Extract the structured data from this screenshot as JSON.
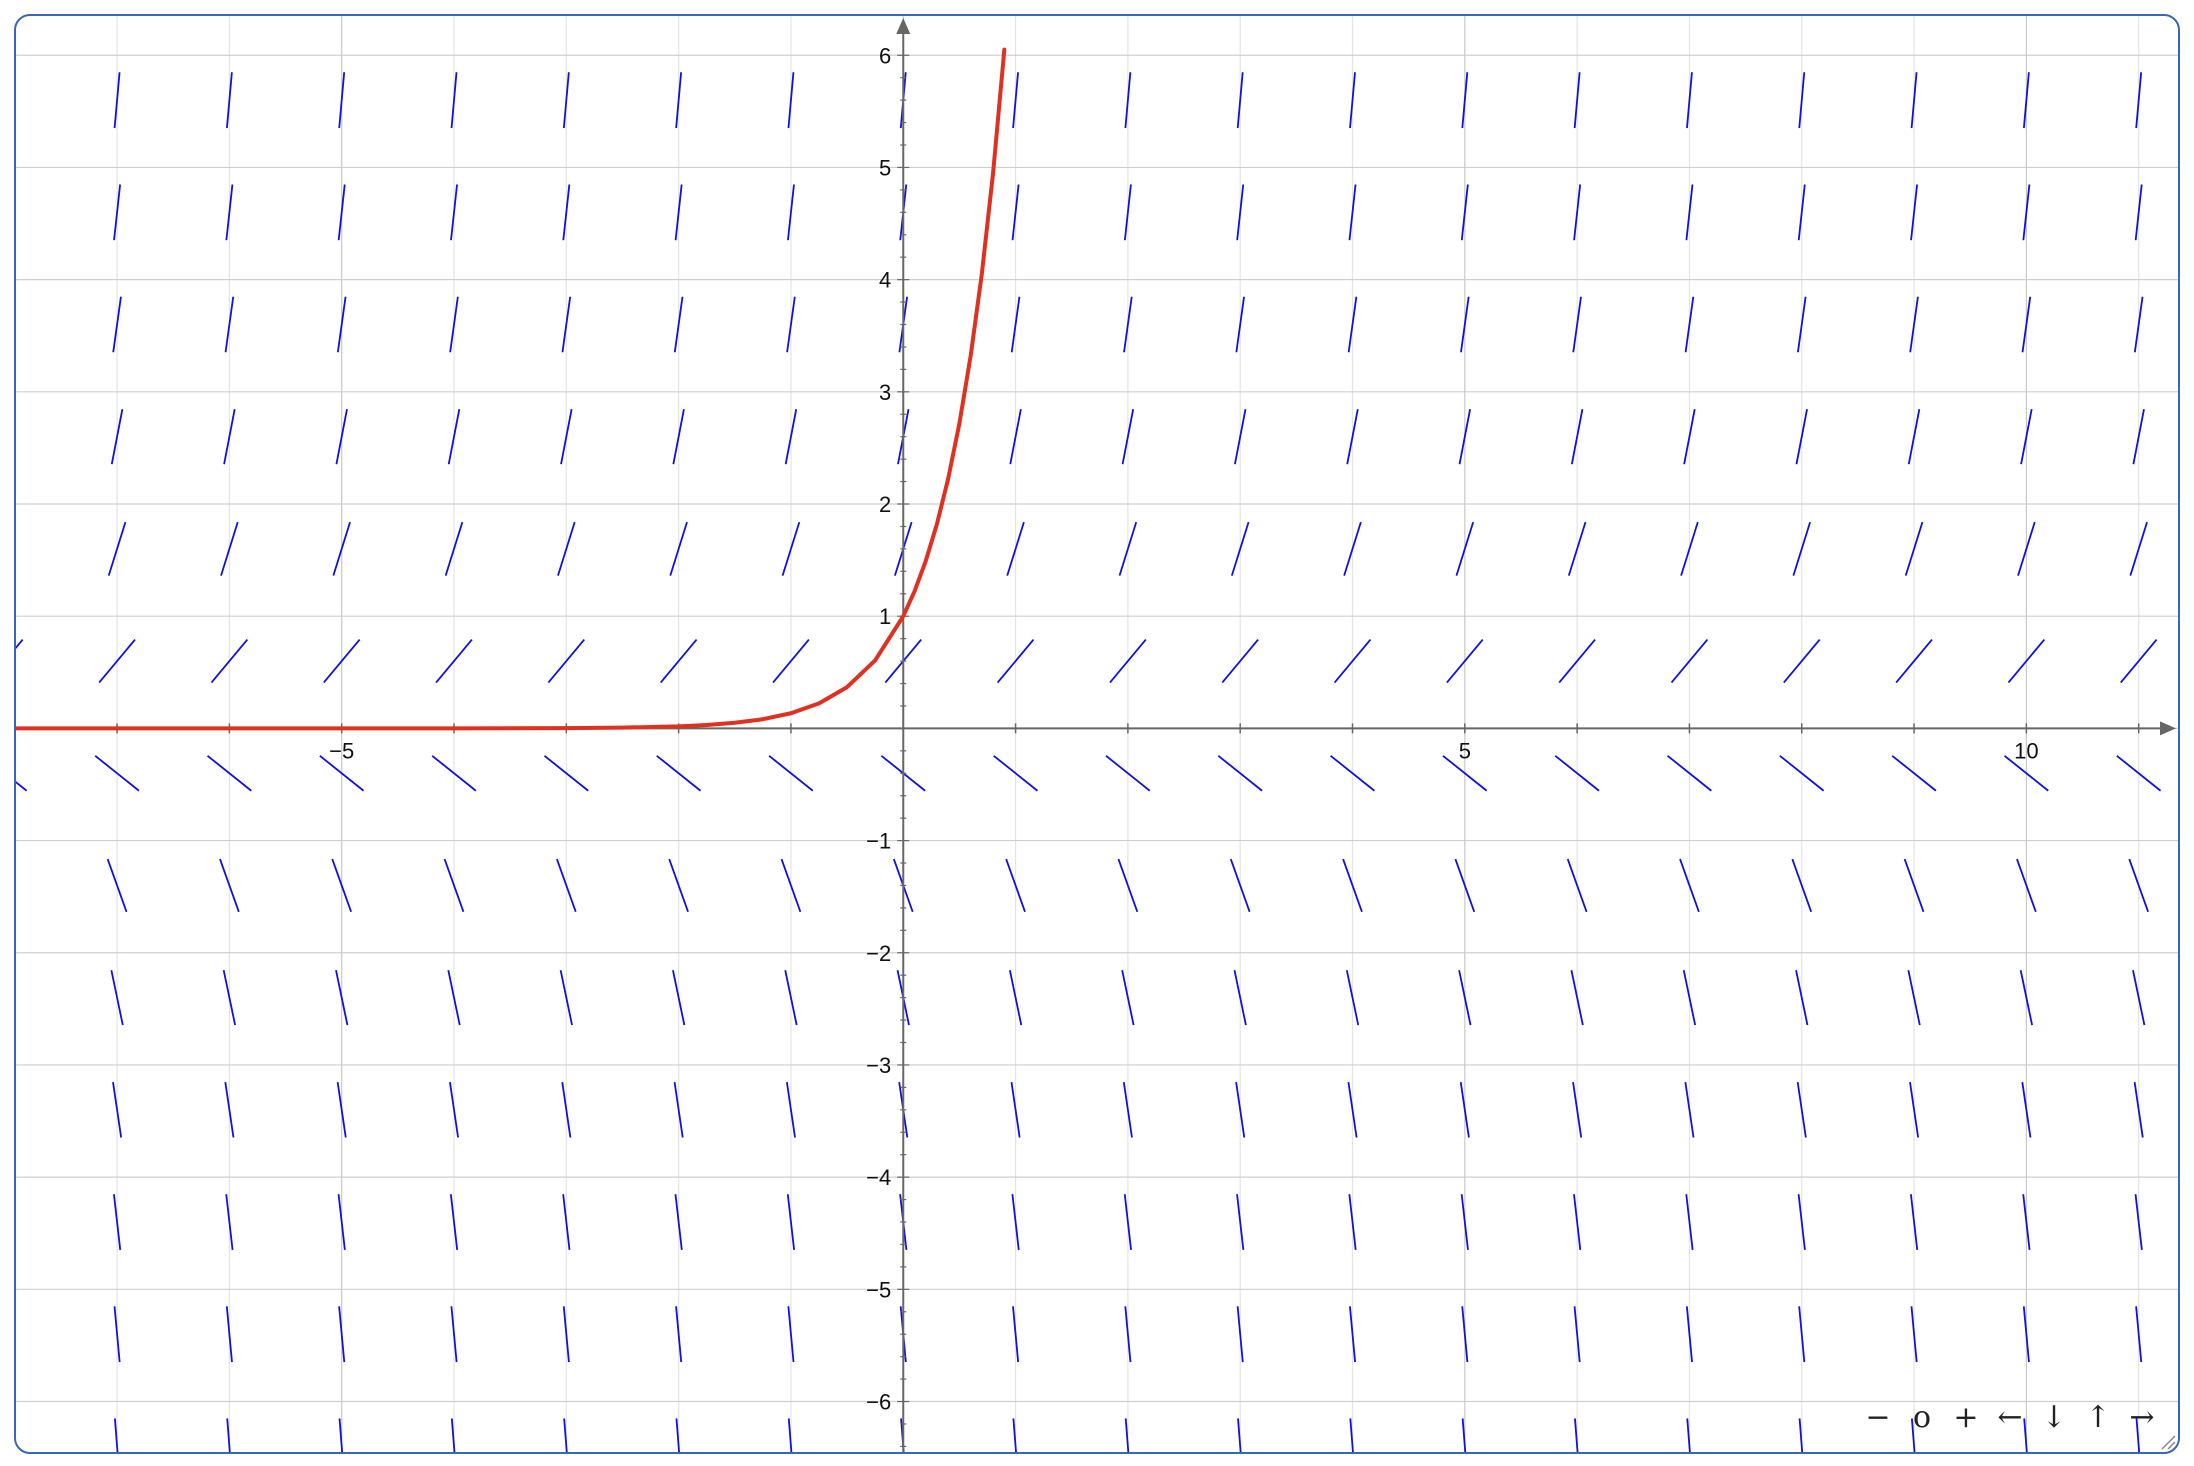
{
  "chart_data": {
    "type": "line",
    "title": "",
    "xlabel": "",
    "ylabel": "",
    "xlim": [
      -7.9,
      11.35
    ],
    "ylim": [
      -6.45,
      6.35
    ],
    "grid": true,
    "x_ticks": [
      -5,
      5,
      10
    ],
    "y_ticks": [
      -6,
      -5,
      -4,
      -3,
      -2,
      -1,
      1,
      2,
      3,
      4,
      5,
      6
    ],
    "x_tick_labels": [
      "−5",
      "5",
      "10"
    ],
    "y_tick_labels": [
      "−6",
      "−5",
      "−4",
      "−3",
      "−2",
      "−1",
      "1",
      "2",
      "3",
      "4",
      "5",
      "6"
    ],
    "slope_field": {
      "color": "#1010e0",
      "x_grid": [
        -8,
        -7,
        -6,
        -5,
        -4,
        -3,
        -2,
        -1,
        0,
        1,
        2,
        3,
        4,
        5,
        6,
        7,
        8,
        9,
        10,
        11
      ],
      "y_grid": [
        -6.4,
        -5.4,
        -4.4,
        -3.4,
        -2.4,
        -1.4,
        -0.4,
        0.6,
        1.6,
        2.6,
        3.6,
        4.6,
        5.6
      ],
      "slope_rule": "dy/dx = 2y"
    },
    "series": [
      {
        "color": "#e03020",
        "x": [
          -7.9,
          -6,
          -5,
          -4,
          -3.5,
          -3,
          -2.5,
          -2,
          -1.75,
          -1.5,
          -1.25,
          -1,
          -0.75,
          -0.5,
          -0.25,
          0,
          0.1,
          0.2,
          0.3,
          0.4,
          0.5,
          0.6,
          0.7,
          0.8,
          0.9
        ],
        "y": [
          0,
          0,
          0,
          0,
          0.001,
          0.002,
          0.007,
          0.018,
          0.03,
          0.05,
          0.082,
          0.135,
          0.223,
          0.368,
          0.607,
          1,
          1.221,
          1.492,
          1.822,
          2.226,
          2.718,
          3.32,
          4.055,
          4.953,
          6.05
        ]
      }
    ]
  },
  "controls": {
    "zoom_out": "−",
    "reset": "o",
    "zoom_in": "+",
    "pan_left": "←",
    "pan_down": "↓",
    "pan_up": "↑",
    "pan_right": "→"
  },
  "colors": {
    "frame": "#3a66b8",
    "grid": "#cccccc",
    "axis": "#666666",
    "curve": "#e03020",
    "slopes": "#1010e0"
  }
}
